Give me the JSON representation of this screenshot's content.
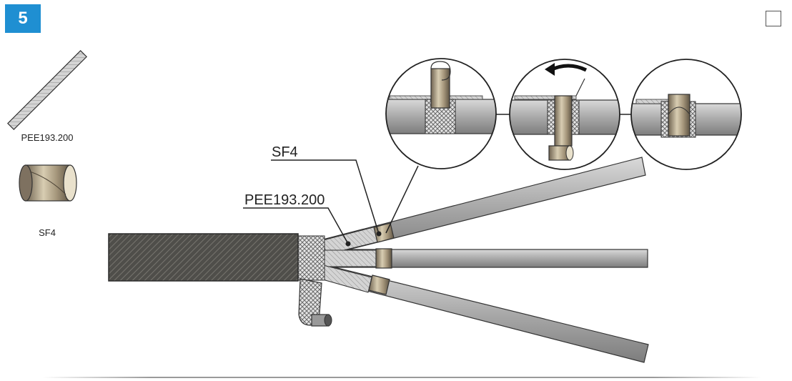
{
  "step": {
    "number": "5"
  },
  "parts": [
    {
      "id": "sleeve",
      "label": "PEE193.200"
    },
    {
      "id": "ring",
      "label": "SF4"
    }
  ],
  "callouts": {
    "sf4": "SF4",
    "pee": "PEE193.200"
  },
  "colors": {
    "badge": "#1f8fd2",
    "cable_jacket": "#5b5a55",
    "conductor": "#9c9c9c",
    "ring": "#b3a58a",
    "braid": "#d8d8d8"
  },
  "icons": [
    "rotation-arrow-icon",
    "checkbox-icon"
  ]
}
